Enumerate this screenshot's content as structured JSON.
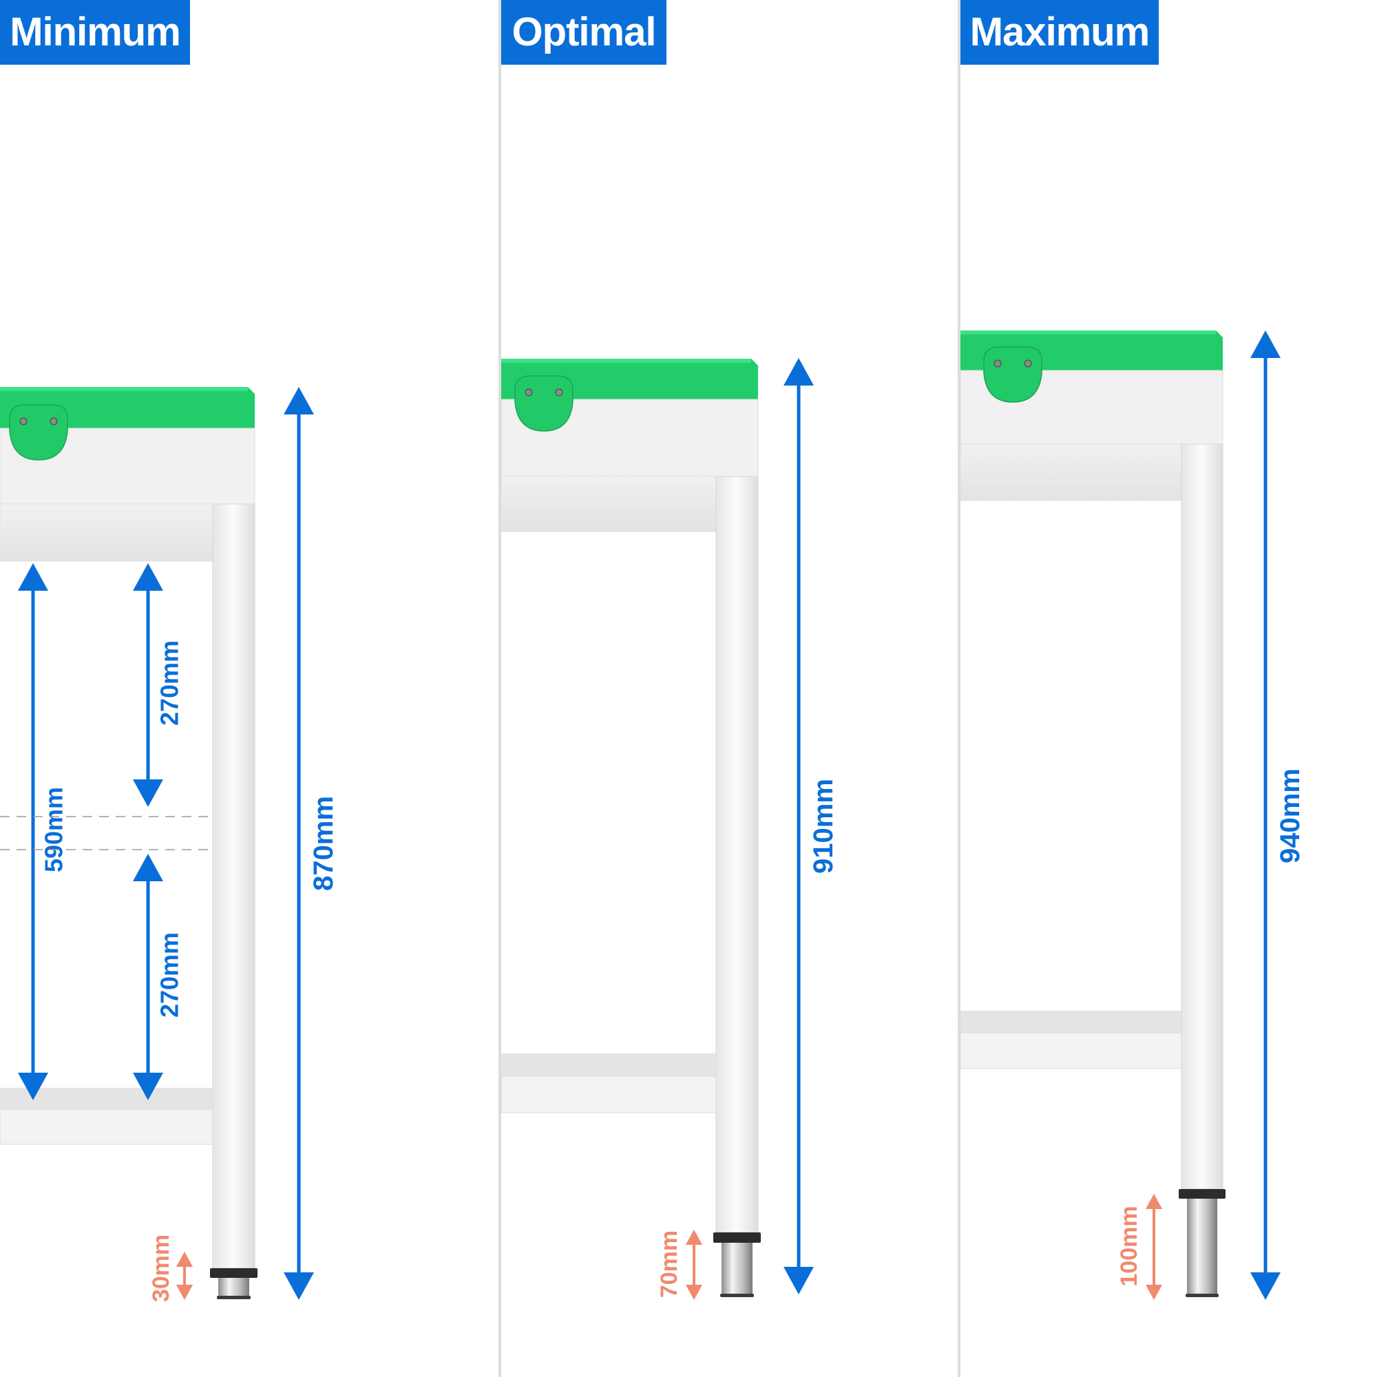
{
  "panels": [
    {
      "label": "Minimum",
      "total_height": "870mm",
      "foot_height": "30mm",
      "shelf_gap": "590mm",
      "upper_gap": "270mm",
      "lower_gap": "270mm"
    },
    {
      "label": "Optimal",
      "total_height": "910mm",
      "foot_height": "70mm"
    },
    {
      "label": "Maximum",
      "total_height": "940mm",
      "foot_height": "100mm"
    }
  ],
  "colors": {
    "header": "#0a6ed8",
    "dimension": "#0a6ed8",
    "foot_dimension": "#f08a6c",
    "board": "#22cc6a",
    "frame": "#ececec"
  }
}
